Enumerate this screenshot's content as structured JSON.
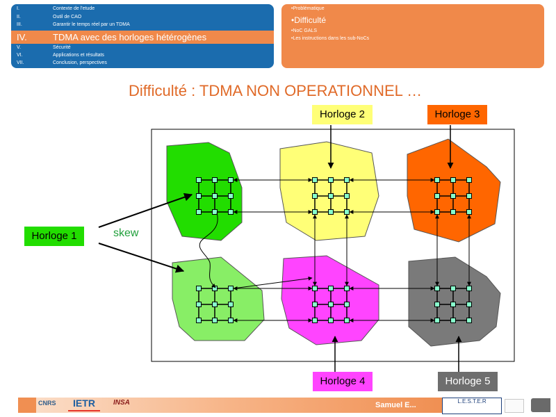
{
  "nav": {
    "items": [
      {
        "num": "I.",
        "label": "Contexte de l'etude"
      },
      {
        "num": "II.",
        "label": "Outil de CAO"
      },
      {
        "num": "III.",
        "label": "Garantir le temps réel par un TDMA"
      },
      {
        "num": "IV.",
        "label": "TDMA avec des horloges hétérogènes"
      },
      {
        "num": "V.",
        "label": "Sécurité"
      },
      {
        "num": "VI.",
        "label": "Applications et résultats"
      },
      {
        "num": "VII.",
        "label": "Conclusion, perspectives"
      }
    ],
    "sub_items": [
      "•Problématique",
      "•Difficulté",
      "•NoC GALS",
      "•Les instructions dans les sub-NoCs"
    ]
  },
  "slide_title": "Difficulté : TDMA NON OPERATIONNEL …",
  "clocks": {
    "h1": "Horloge 1",
    "h2": "Horloge 2",
    "h3": "Horloge 3",
    "h4": "Horloge 4",
    "h5": "Horloge 5"
  },
  "skew": "skew",
  "footer": {
    "presenter": "Samuel E..."
  },
  "logos": {
    "cnrs": "CNRS",
    "ietr": "IETR",
    "insa": "INSA",
    "lester": "L.E.S.T.E.R"
  },
  "colors": {
    "nav_blue": "#1b6cae",
    "nav_orange": "#f0894a",
    "title": "#e06a28",
    "green_dark": "#22dd00",
    "green_light": "#88ee66",
    "yellow": "#ffff77",
    "orange": "#ff6600",
    "magenta": "#ff44ff",
    "gray": "#7a7a7a",
    "router": "#88ffcc"
  }
}
